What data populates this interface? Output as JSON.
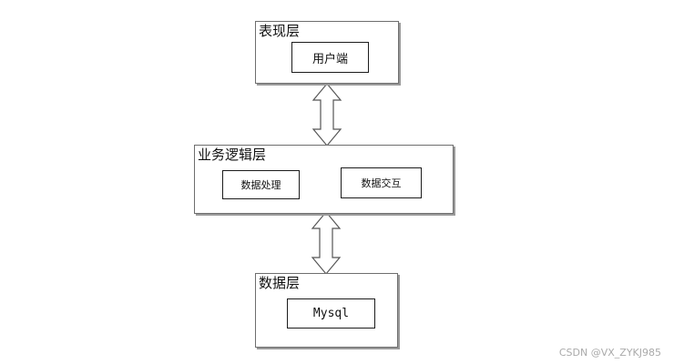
{
  "diagram": {
    "presentation_layer": {
      "title": "表现层",
      "nodes": [
        "用户端"
      ]
    },
    "business_layer": {
      "title": "业务逻辑层",
      "nodes": [
        "数据处理",
        "数据交互"
      ]
    },
    "data_layer": {
      "title": "数据层",
      "nodes": [
        "Mysql"
      ]
    }
  },
  "colors": {
    "border": "#6e6e6e",
    "shadow": "#9a9a9a",
    "arrow_stroke": "#555555",
    "arrow_fill": "#ffffff"
  },
  "watermark": "CSDN @VX_ZYKJ985"
}
